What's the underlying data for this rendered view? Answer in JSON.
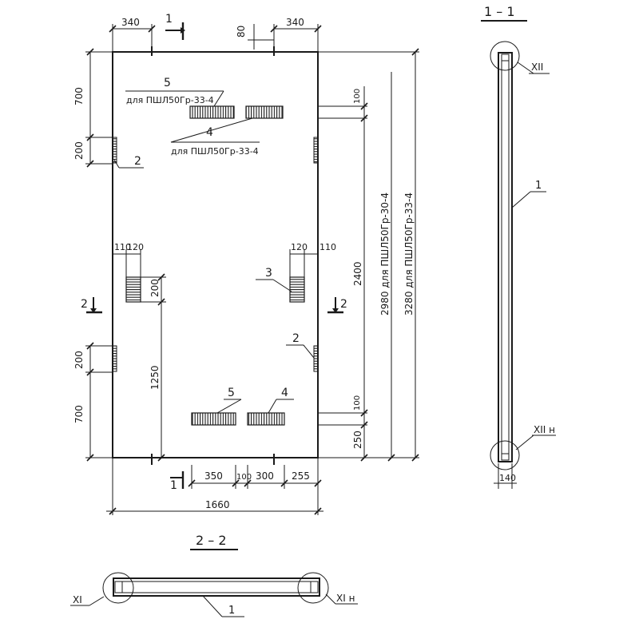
{
  "dims": {
    "top_left_340": "340",
    "top_right_340": "340",
    "top_80": "80",
    "left_700_top": "700",
    "left_200_top": "200",
    "left_110": "110",
    "left_120": "120",
    "left_200_mid": "200",
    "left_200_bottom": "200",
    "left_700_bottom": "700",
    "inner_1250": "1250",
    "right_120": "120",
    "right_110": "110",
    "right_100_top": "100",
    "right_2400": "2400",
    "right_100_bottom": "100",
    "right_250": "250",
    "bottom_350": "350",
    "bottom_100": "100",
    "bottom_300": "300",
    "bottom_255": "255",
    "bottom_1660": "1660",
    "section_140": "140"
  },
  "notes": {
    "dim_2980": "2980 для ПШЛ50Гр-30-4",
    "dim_3280": "3280 для ПШЛ50Гр-33-4",
    "top_pos5_for": "для ПШЛ50Гр-33-4",
    "top_pos4_for": "для ПШЛ50Гр-33-4"
  },
  "positions": {
    "pos5_top": "5",
    "pos4_top": "4",
    "pos2_left": "2",
    "pos3_right": "3",
    "pos2_right": "2",
    "pos5_bottom": "5",
    "pos4_bottom": "4",
    "pos1_side": "1",
    "pos1_bottom": "1"
  },
  "sections": {
    "cut1_top": "1",
    "cut1_bottom": "1",
    "cut2_left": "2",
    "cut2_right": "2",
    "title_1_1": "1 – 1",
    "title_2_2": "2 – 2"
  },
  "details": {
    "xii_top": "XII",
    "xii_bottom": "XII н",
    "xi_left": "XI",
    "xi_right": "XI н"
  }
}
